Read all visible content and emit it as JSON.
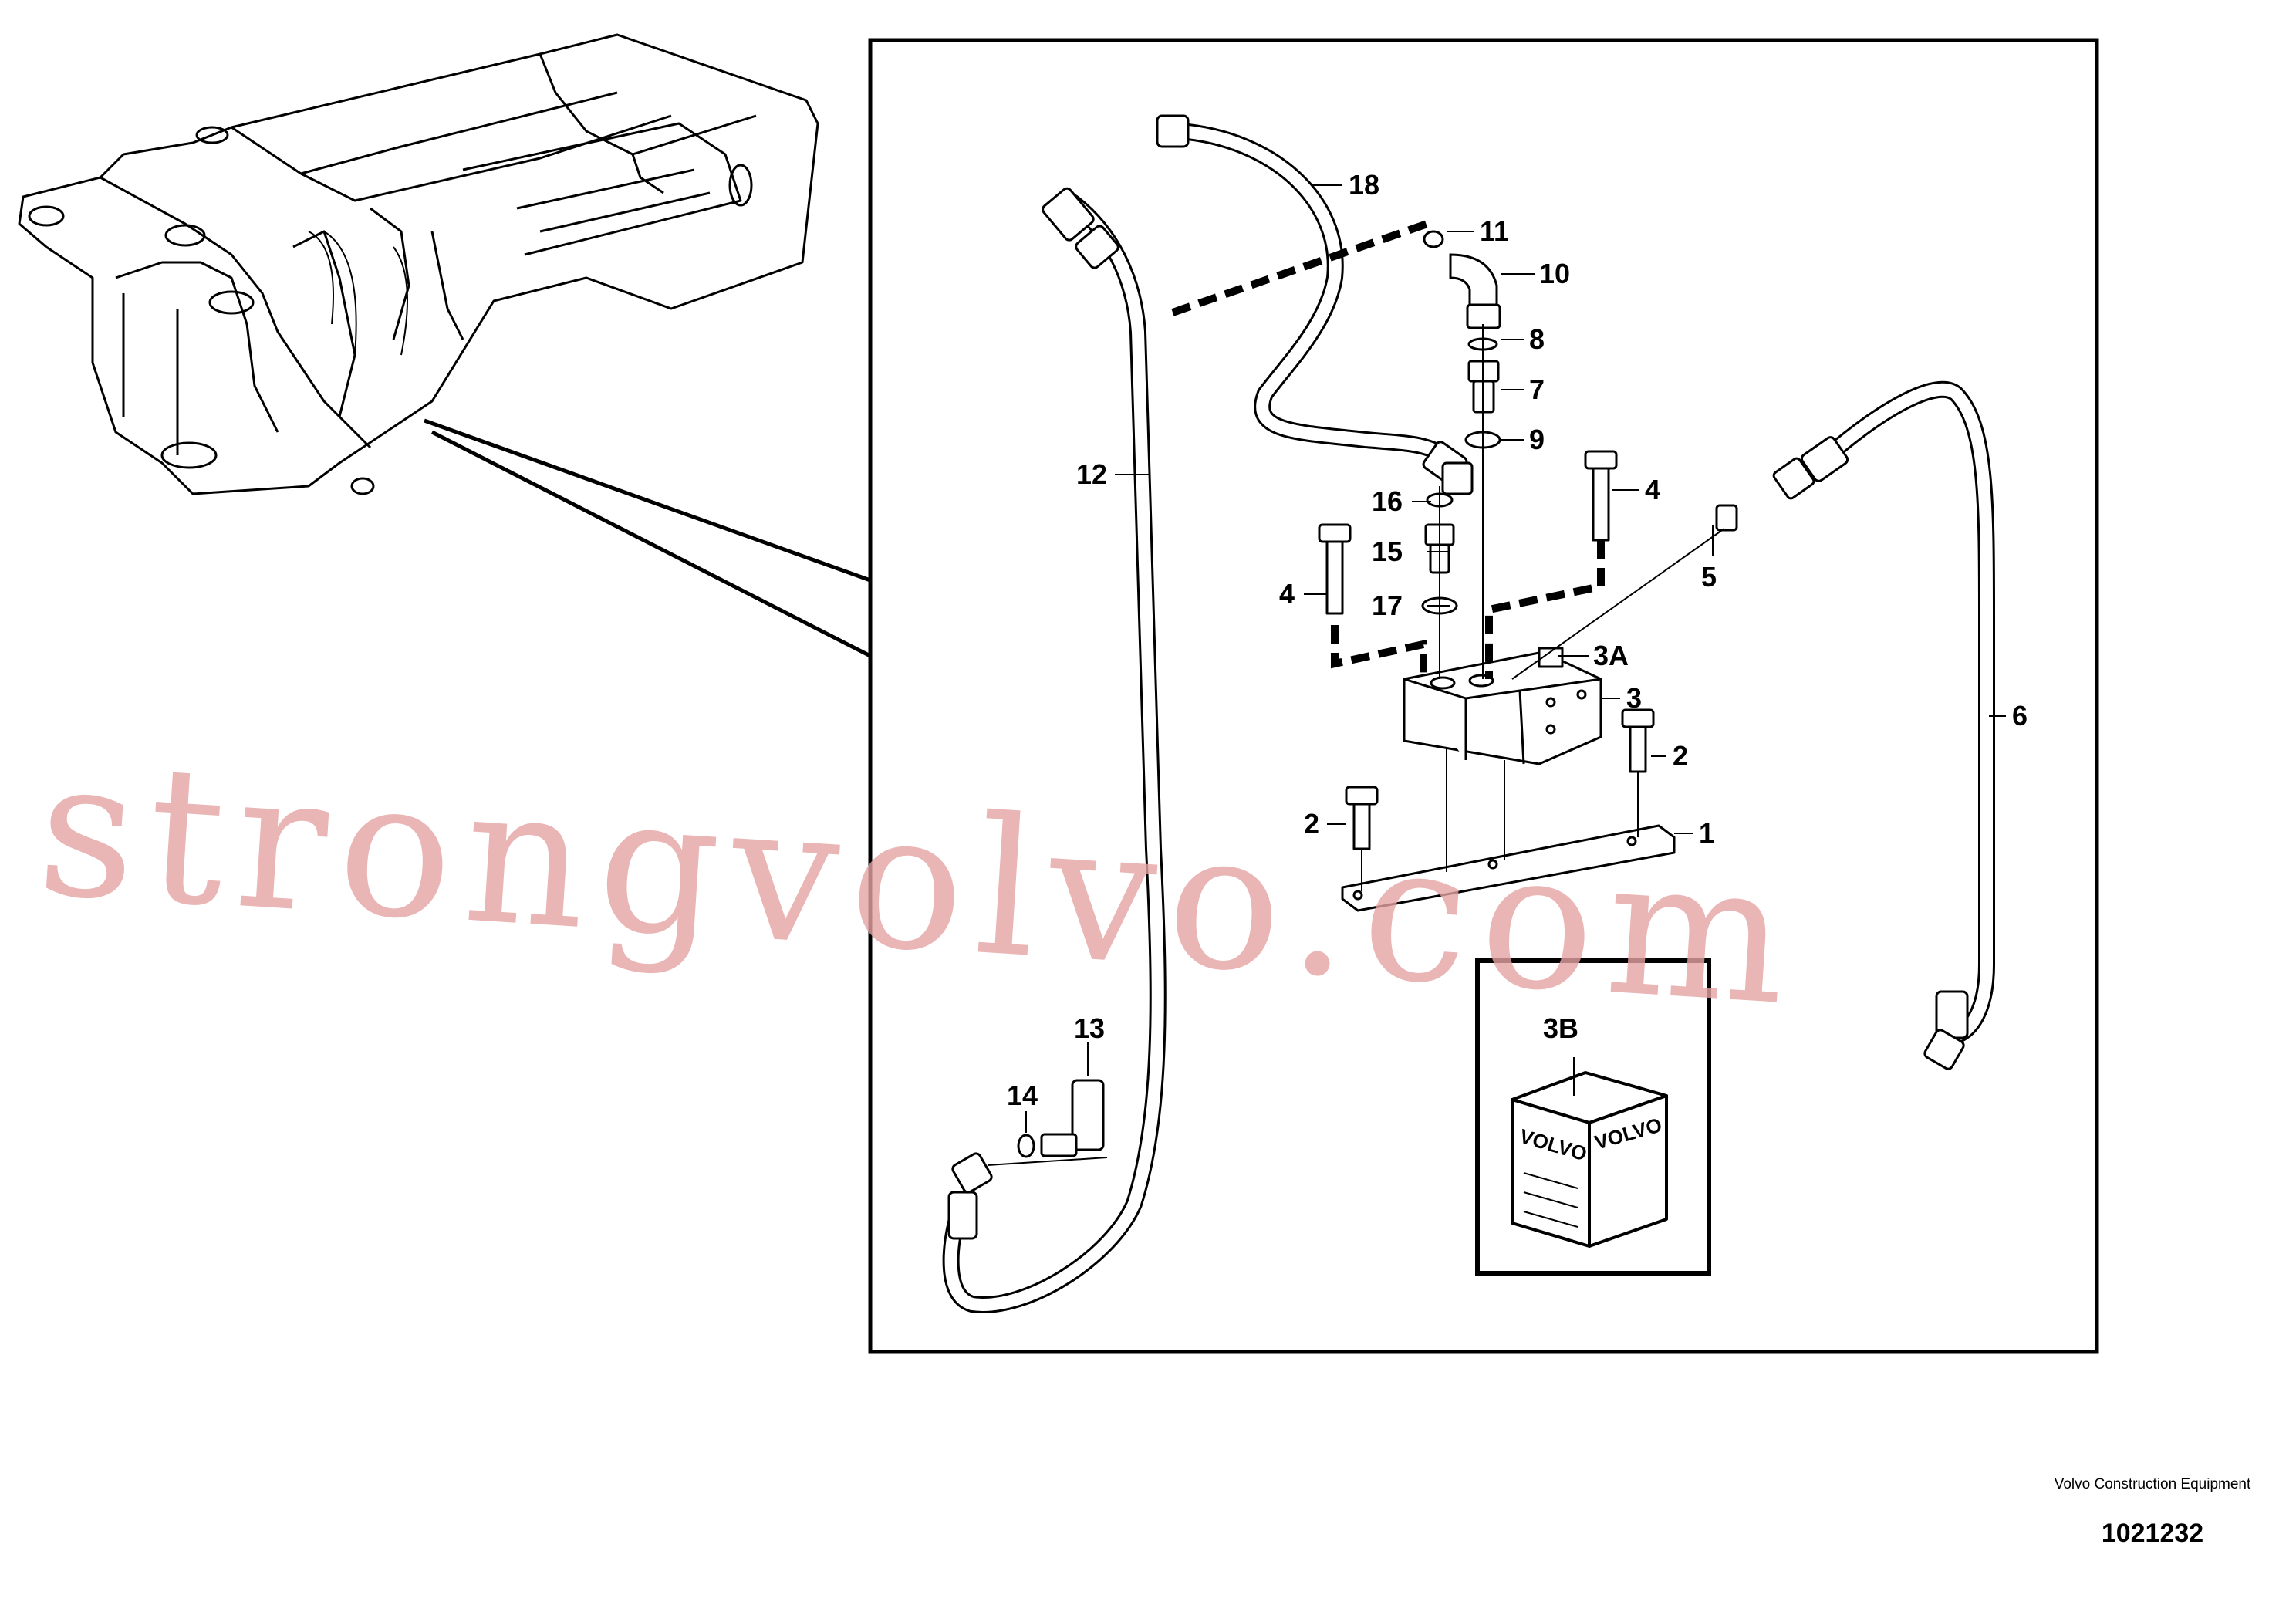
{
  "diagram": {
    "callouts": [
      "18",
      "11",
      "10",
      "8",
      "7",
      "9",
      "12",
      "4",
      "16",
      "15",
      "4",
      "17",
      "5",
      "3A",
      "3",
      "6",
      "2",
      "2",
      "1",
      "3B",
      "13",
      "14"
    ],
    "inset_label": "3B",
    "box_brand": "VOLVO"
  },
  "footer": {
    "manufacturer": "Volvo Construction Equipment",
    "drawing_number": "1021232"
  },
  "watermark": "strongvolvo.com",
  "colors": {
    "line": "#000000",
    "watermark": "#e6a3a3",
    "background": "#ffffff"
  }
}
